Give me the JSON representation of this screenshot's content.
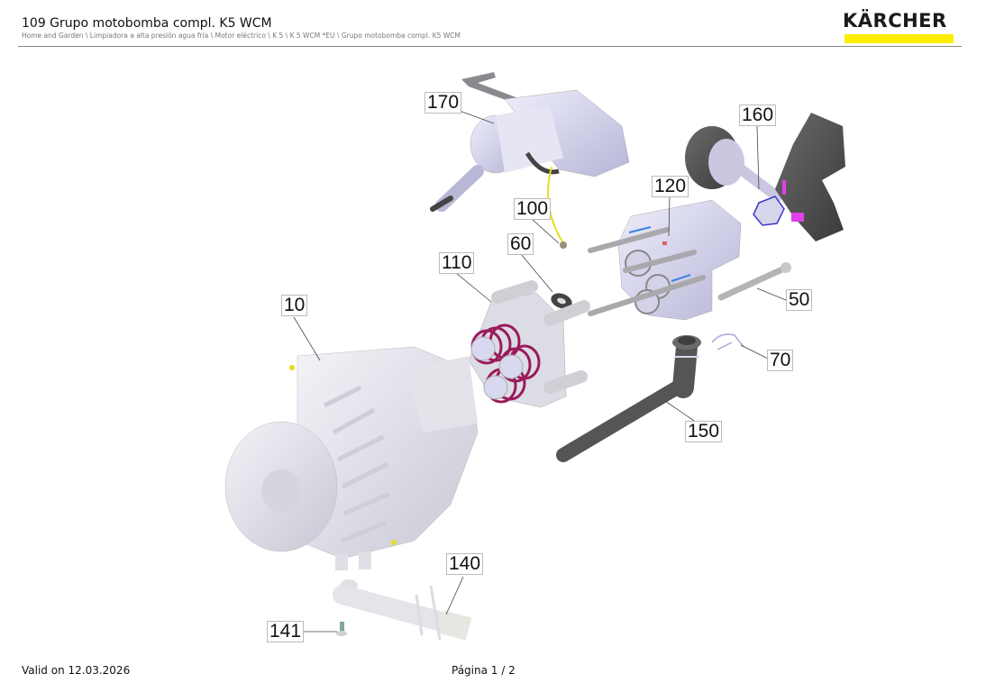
{
  "header": {
    "title": "109 Grupo motobomba compl. K5 WCM",
    "breadcrumb": "Home and Garden \\ Limpiadora a alta presión agua fría \\ Motor eléctrico \\ K 5 \\ K 5 WCM *EU \\ Grupo motobomba compl. K5 WCM"
  },
  "logo": {
    "text": "KÄRCHER",
    "bar_color": "#FFED00"
  },
  "diagram": {
    "callouts": [
      {
        "label": "170"
      },
      {
        "label": "160"
      },
      {
        "label": "120"
      },
      {
        "label": "100"
      },
      {
        "label": "60"
      },
      {
        "label": "110"
      },
      {
        "label": "10"
      },
      {
        "label": "50"
      },
      {
        "label": "70"
      },
      {
        "label": "150"
      },
      {
        "label": "140"
      },
      {
        "label": "141"
      }
    ]
  },
  "footer": {
    "valid_on": "Valid on 12.03.2026",
    "page": "Página 1 / 2"
  }
}
